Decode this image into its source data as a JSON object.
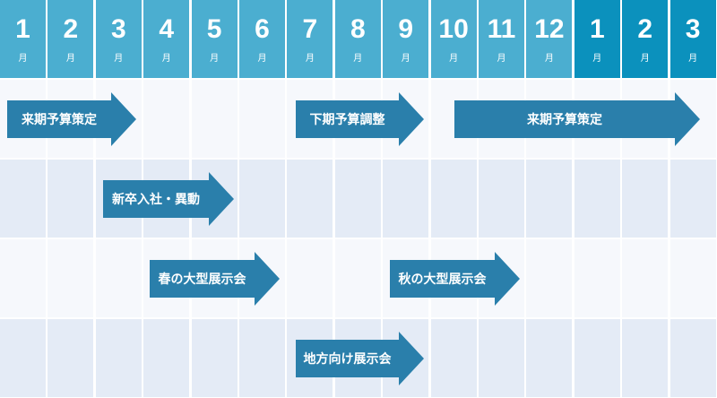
{
  "months": [
    {
      "num": "1",
      "unit": "月",
      "next_year": false
    },
    {
      "num": "2",
      "unit": "月",
      "next_year": false
    },
    {
      "num": "3",
      "unit": "月",
      "next_year": false
    },
    {
      "num": "4",
      "unit": "月",
      "next_year": false
    },
    {
      "num": "5",
      "unit": "月",
      "next_year": false
    },
    {
      "num": "6",
      "unit": "月",
      "next_year": false
    },
    {
      "num": "7",
      "unit": "月",
      "next_year": false
    },
    {
      "num": "8",
      "unit": "月",
      "next_year": false
    },
    {
      "num": "9",
      "unit": "月",
      "next_year": false
    },
    {
      "num": "10",
      "unit": "月",
      "next_year": false
    },
    {
      "num": "11",
      "unit": "月",
      "next_year": false
    },
    {
      "num": "12",
      "unit": "月",
      "next_year": false
    },
    {
      "num": "1",
      "unit": "月",
      "next_year": true
    },
    {
      "num": "2",
      "unit": "月",
      "next_year": true
    },
    {
      "num": "3",
      "unit": "月",
      "next_year": true
    }
  ],
  "tasks": [
    {
      "label": "来期予算策定",
      "row": 0
    },
    {
      "label": "下期予算調整",
      "row": 0
    },
    {
      "label": "来期予算策定",
      "row": 0
    },
    {
      "label": "新卒入社・異動",
      "row": 1
    },
    {
      "label": "春の大型展示会",
      "row": 2
    },
    {
      "label": "秋の大型展示会",
      "row": 2
    },
    {
      "label": "地方向け展示会",
      "row": 3
    }
  ],
  "colors": {
    "header": "#4baed0",
    "header_next_year": "#0b91bd",
    "arrow": "#2a7fab",
    "row_light": "#f6f8fc",
    "row_dark": "#e4ebf6"
  }
}
